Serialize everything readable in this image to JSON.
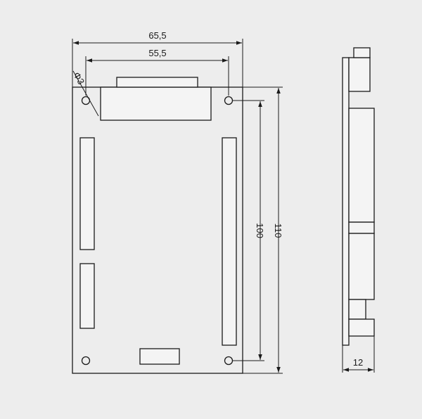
{
  "diagram": {
    "colors": {
      "background": "#ededed",
      "line": "#1a1a1a",
      "fill": "#f4f4f4"
    },
    "dimensions": {
      "overall_width": "65,5",
      "hole_spacing": "55,5",
      "hole_diameter": "Φ3",
      "hole_vertical_spacing": "100",
      "overall_height": "110",
      "side_depth": "12"
    }
  }
}
